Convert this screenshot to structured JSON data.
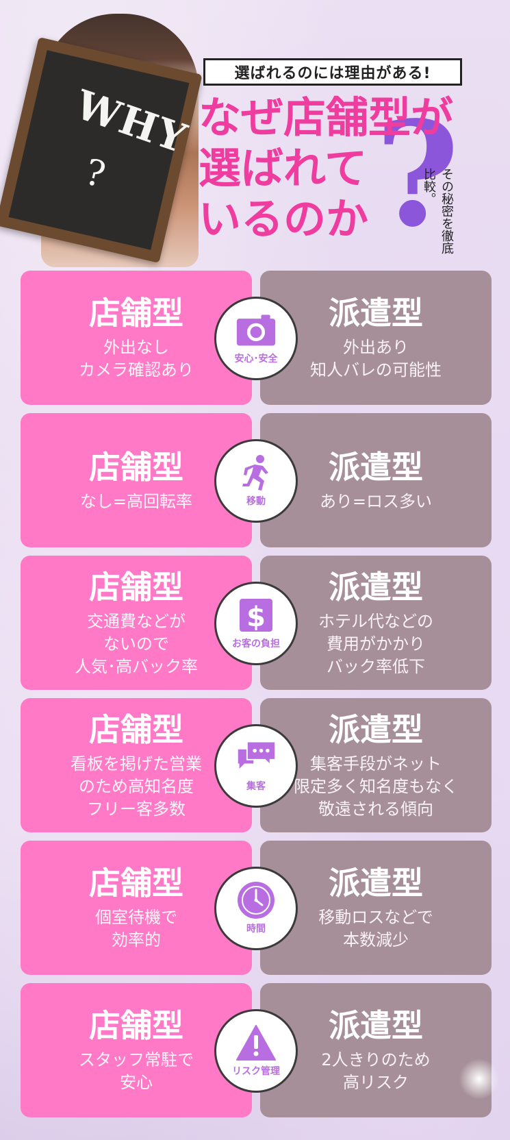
{
  "hero": {
    "tagline": "選ばれるのには理由がある!",
    "headline_lines": [
      "なぜ店舗型が",
      "選ばれて",
      "いるのか"
    ],
    "question_mark": "?",
    "vertical_note": "その秘密を徹底比較。",
    "blackboard_why": "WHY",
    "blackboard_question": "?"
  },
  "colors": {
    "store_card": "#ff79c6",
    "dispatch_card": "#a68f98",
    "accent": "#b86ee0",
    "headline": "#ee3d9e"
  },
  "rows": [
    {
      "icon": "camera-icon",
      "badge_label": "安心･安全",
      "left_title": "店舗型",
      "left_desc": "外出なし\nカメラ確認あり",
      "right_title": "派遣型",
      "right_desc": "外出あり\n知人バレの可能性"
    },
    {
      "icon": "running-person-icon",
      "badge_label": "移動",
      "left_title": "店舗型",
      "left_desc": "なし=高回転率",
      "right_title": "派遣型",
      "right_desc": "あり=ロス多い"
    },
    {
      "icon": "dollar-icon",
      "badge_label": "お客の負担",
      "left_title": "店舗型",
      "left_desc": "交通費などが\nないので\n人気･高バック率",
      "right_title": "派遣型",
      "right_desc": "ホテル代などの\n費用がかかり\nバック率低下"
    },
    {
      "icon": "chat-bubbles-icon",
      "badge_label": "集客",
      "left_title": "店舗型",
      "left_desc": "看板を掲げた営業\nのため高知名度\nフリー客多数",
      "right_title": "派遣型",
      "right_desc": "集客手段がネット\n限定多く知名度もなく\n敬遠される傾向"
    },
    {
      "icon": "clock-icon",
      "badge_label": "時間",
      "left_title": "店舗型",
      "left_desc": "個室待機で\n効率的",
      "right_title": "派遣型",
      "right_desc": "移動ロスなどで\n本数減少"
    },
    {
      "icon": "warning-icon",
      "badge_label": "リスク管理",
      "left_title": "店舗型",
      "left_desc": "スタッフ常駐で\n安心",
      "right_title": "派遣型",
      "right_desc": "2人きりのため\n高リスク"
    }
  ]
}
